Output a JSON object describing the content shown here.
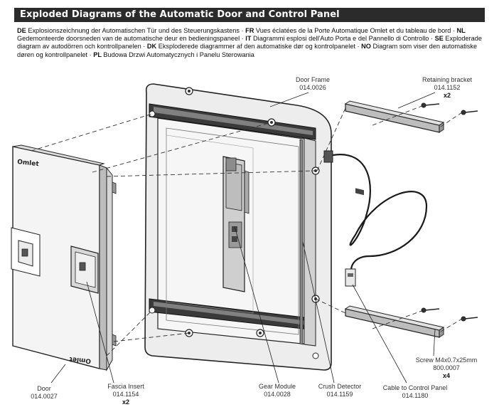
{
  "header": {
    "title": "Exploded Diagrams of the Automatic Door and Control Panel"
  },
  "intro": [
    {
      "code": "DE",
      "text": "Explosionszeichnung der Automatischen Tür und des Steuerungskastens"
    },
    {
      "code": "FR",
      "text": "Vues éclatées de la Porte Automatique Omlet et du tableau de bord"
    },
    {
      "code": "NL",
      "text": "Gedemonteerde doorsneden van de automatische deur en bedieningspaneel"
    },
    {
      "code": "IT",
      "text": "Diagrammi esplosi dell'Auto Porta e del Pannello di Controllo"
    },
    {
      "code": "SE",
      "text": "Exploderade diagram av autodörren och kontrollpanelen"
    },
    {
      "code": "DK",
      "text": "Eksploderede diagrammer af den automatiske dør og kontrolpanelet"
    },
    {
      "code": "NO",
      "text": "Diagram som viser den automatiske døren og kontrollpanelet"
    },
    {
      "code": "PL",
      "text": "Budowa Drzwi Automatycznych i Panelu Sterowania"
    }
  ],
  "brand": {
    "logo_text": "Omlet",
    "logo_text_mirrored": "Omlet"
  },
  "labels": {
    "door_frame": {
      "name": "Door Frame",
      "code": "014.0026"
    },
    "retaining_bracket": {
      "name": "Retaining bracket",
      "code": "014.1152",
      "qty": "x2"
    },
    "screw": {
      "name": "Screw M4x0.7x25mm",
      "code": "800.0007",
      "qty": "x4"
    },
    "door": {
      "name": "Door",
      "code": "014.0027"
    },
    "fascia_insert": {
      "name": "Fascia Insert",
      "code": "014.1154",
      "qty": "x2"
    },
    "gear_module": {
      "name": "Gear Module",
      "code": "014.0028"
    },
    "crush_detector": {
      "name": "Crush Detector",
      "code": "014.1159"
    },
    "cable": {
      "name": "Cable to Control Panel",
      "code": "014.1180"
    }
  }
}
